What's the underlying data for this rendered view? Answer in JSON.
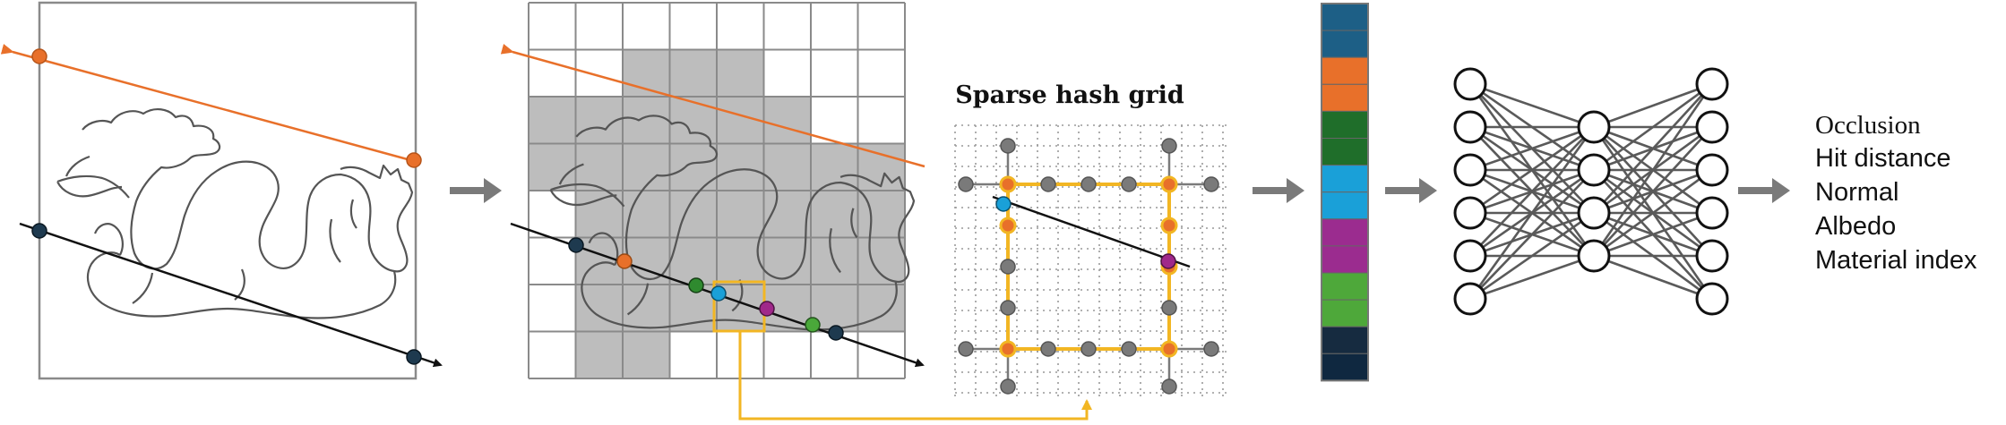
{
  "hash_grid_title": "Sparse hash grid",
  "outputs": [
    "Occlusion",
    "Hit distance",
    "Normal",
    "Albedo",
    "Material index"
  ],
  "colors": {
    "ray_orange": "#e8702a",
    "ray_black": "#111111",
    "grid_fill": "#bdbdbd",
    "grid_line": "#8a8a8a",
    "highlight": "#f2b623",
    "arrow": "#7a7a7a",
    "node_gray": "#7a7a7a",
    "sample_navy": "#1e3a4f",
    "sample_orange": "#e8702a",
    "sample_green": "#2f8a2f",
    "sample_blue": "#1aa0d8",
    "sample_magenta": "#a0288a",
    "sample_lightgreen": "#4aa83a"
  },
  "feature_vector_colors": [
    "#1d5f86",
    "#1d5f86",
    "#e8702a",
    "#e8702a",
    "#1f6e2a",
    "#1f6e2a",
    "#1aa0d8",
    "#1aa0d8",
    "#9b2c8f",
    "#9b2c8f",
    "#4ea83a",
    "#4ea83a",
    "#162b40",
    "#0f2840"
  ],
  "network_layers": [
    6,
    4,
    6
  ],
  "icons": [
    "dragon-silhouette",
    "right-arrow-icon"
  ]
}
